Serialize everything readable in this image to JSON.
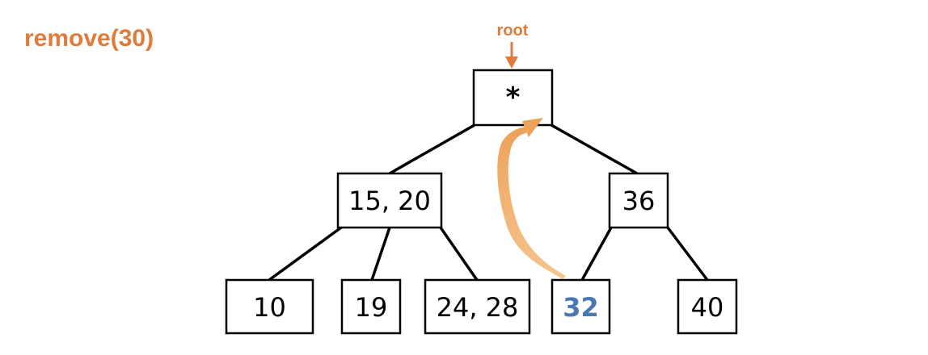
{
  "operation": {
    "label": "remove(30)"
  },
  "root_pointer": {
    "label": "root"
  },
  "tree": {
    "root": {
      "text": "*"
    },
    "level1": [
      {
        "text": "15, 20"
      },
      {
        "text": "36"
      }
    ],
    "level2": [
      {
        "text": "10"
      },
      {
        "text": "19"
      },
      {
        "text": "24, 28"
      },
      {
        "text": "32"
      },
      {
        "text": "40"
      }
    ]
  },
  "colors": {
    "accent_orange": "#E07B39",
    "highlight_blue": "#4A78B5",
    "arrow_orange": "#F0B068",
    "node_stroke": "#000000",
    "node_fill": "#ffffff"
  }
}
